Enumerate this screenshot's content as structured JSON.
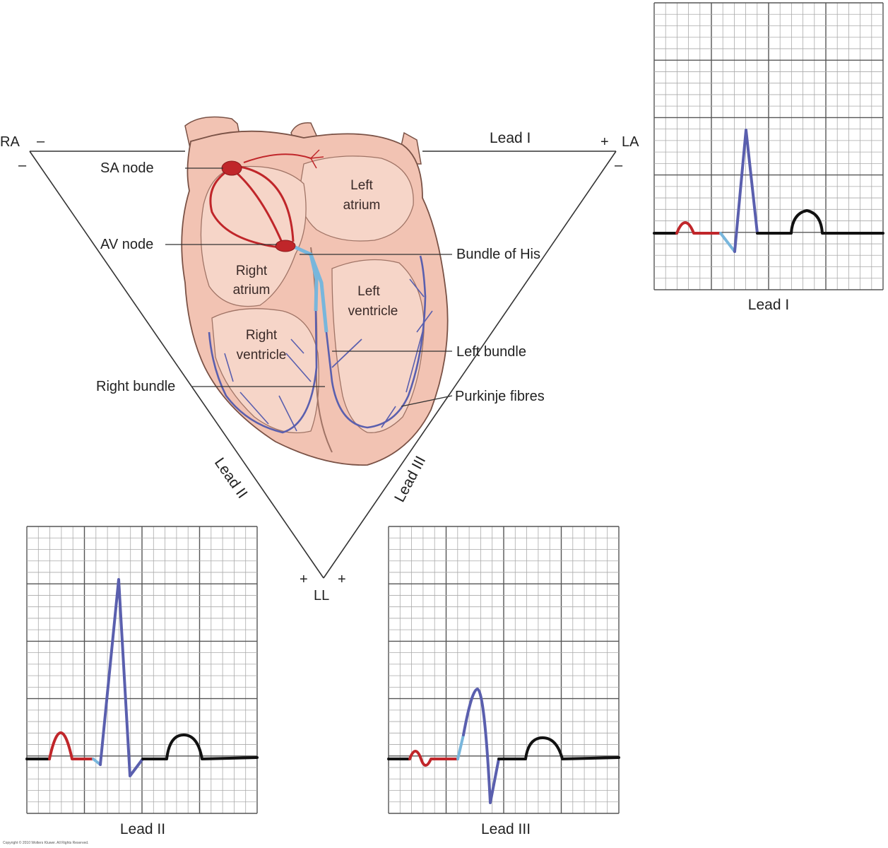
{
  "electrodes": {
    "ra": "RA",
    "la": "LA",
    "ll": "LL",
    "minus": "–",
    "plus": "+"
  },
  "leads": {
    "lead1": "Lead I",
    "lead2": "Lead II",
    "lead3": "Lead III"
  },
  "structures": {
    "sa_node": "SA node",
    "av_node": "AV node",
    "bundle_of_his": "Bundle of His",
    "left_bundle": "Left bundle",
    "right_bundle": "Right bundle",
    "purkinje": "Purkinje fibres"
  },
  "chambers": {
    "left_atrium": [
      "Left",
      "atrium"
    ],
    "right_atrium": [
      "Right",
      "atrium"
    ],
    "left_ventricle": [
      "Left",
      "ventricle"
    ],
    "right_ventricle": [
      "Right",
      "ventricle"
    ]
  },
  "copyright": "Copyright © 2010 Wolters Kluwer. All Rights Reserved.",
  "colors": {
    "heart_fill": "#f2c3b3",
    "heart_outline": "#7a5246",
    "conduction_red": "#c0262a",
    "purkinje_blue": "#5a5fae",
    "his_light_blue": "#78b6dc",
    "grid_line": "#999999",
    "trace_black": "#111111"
  }
}
